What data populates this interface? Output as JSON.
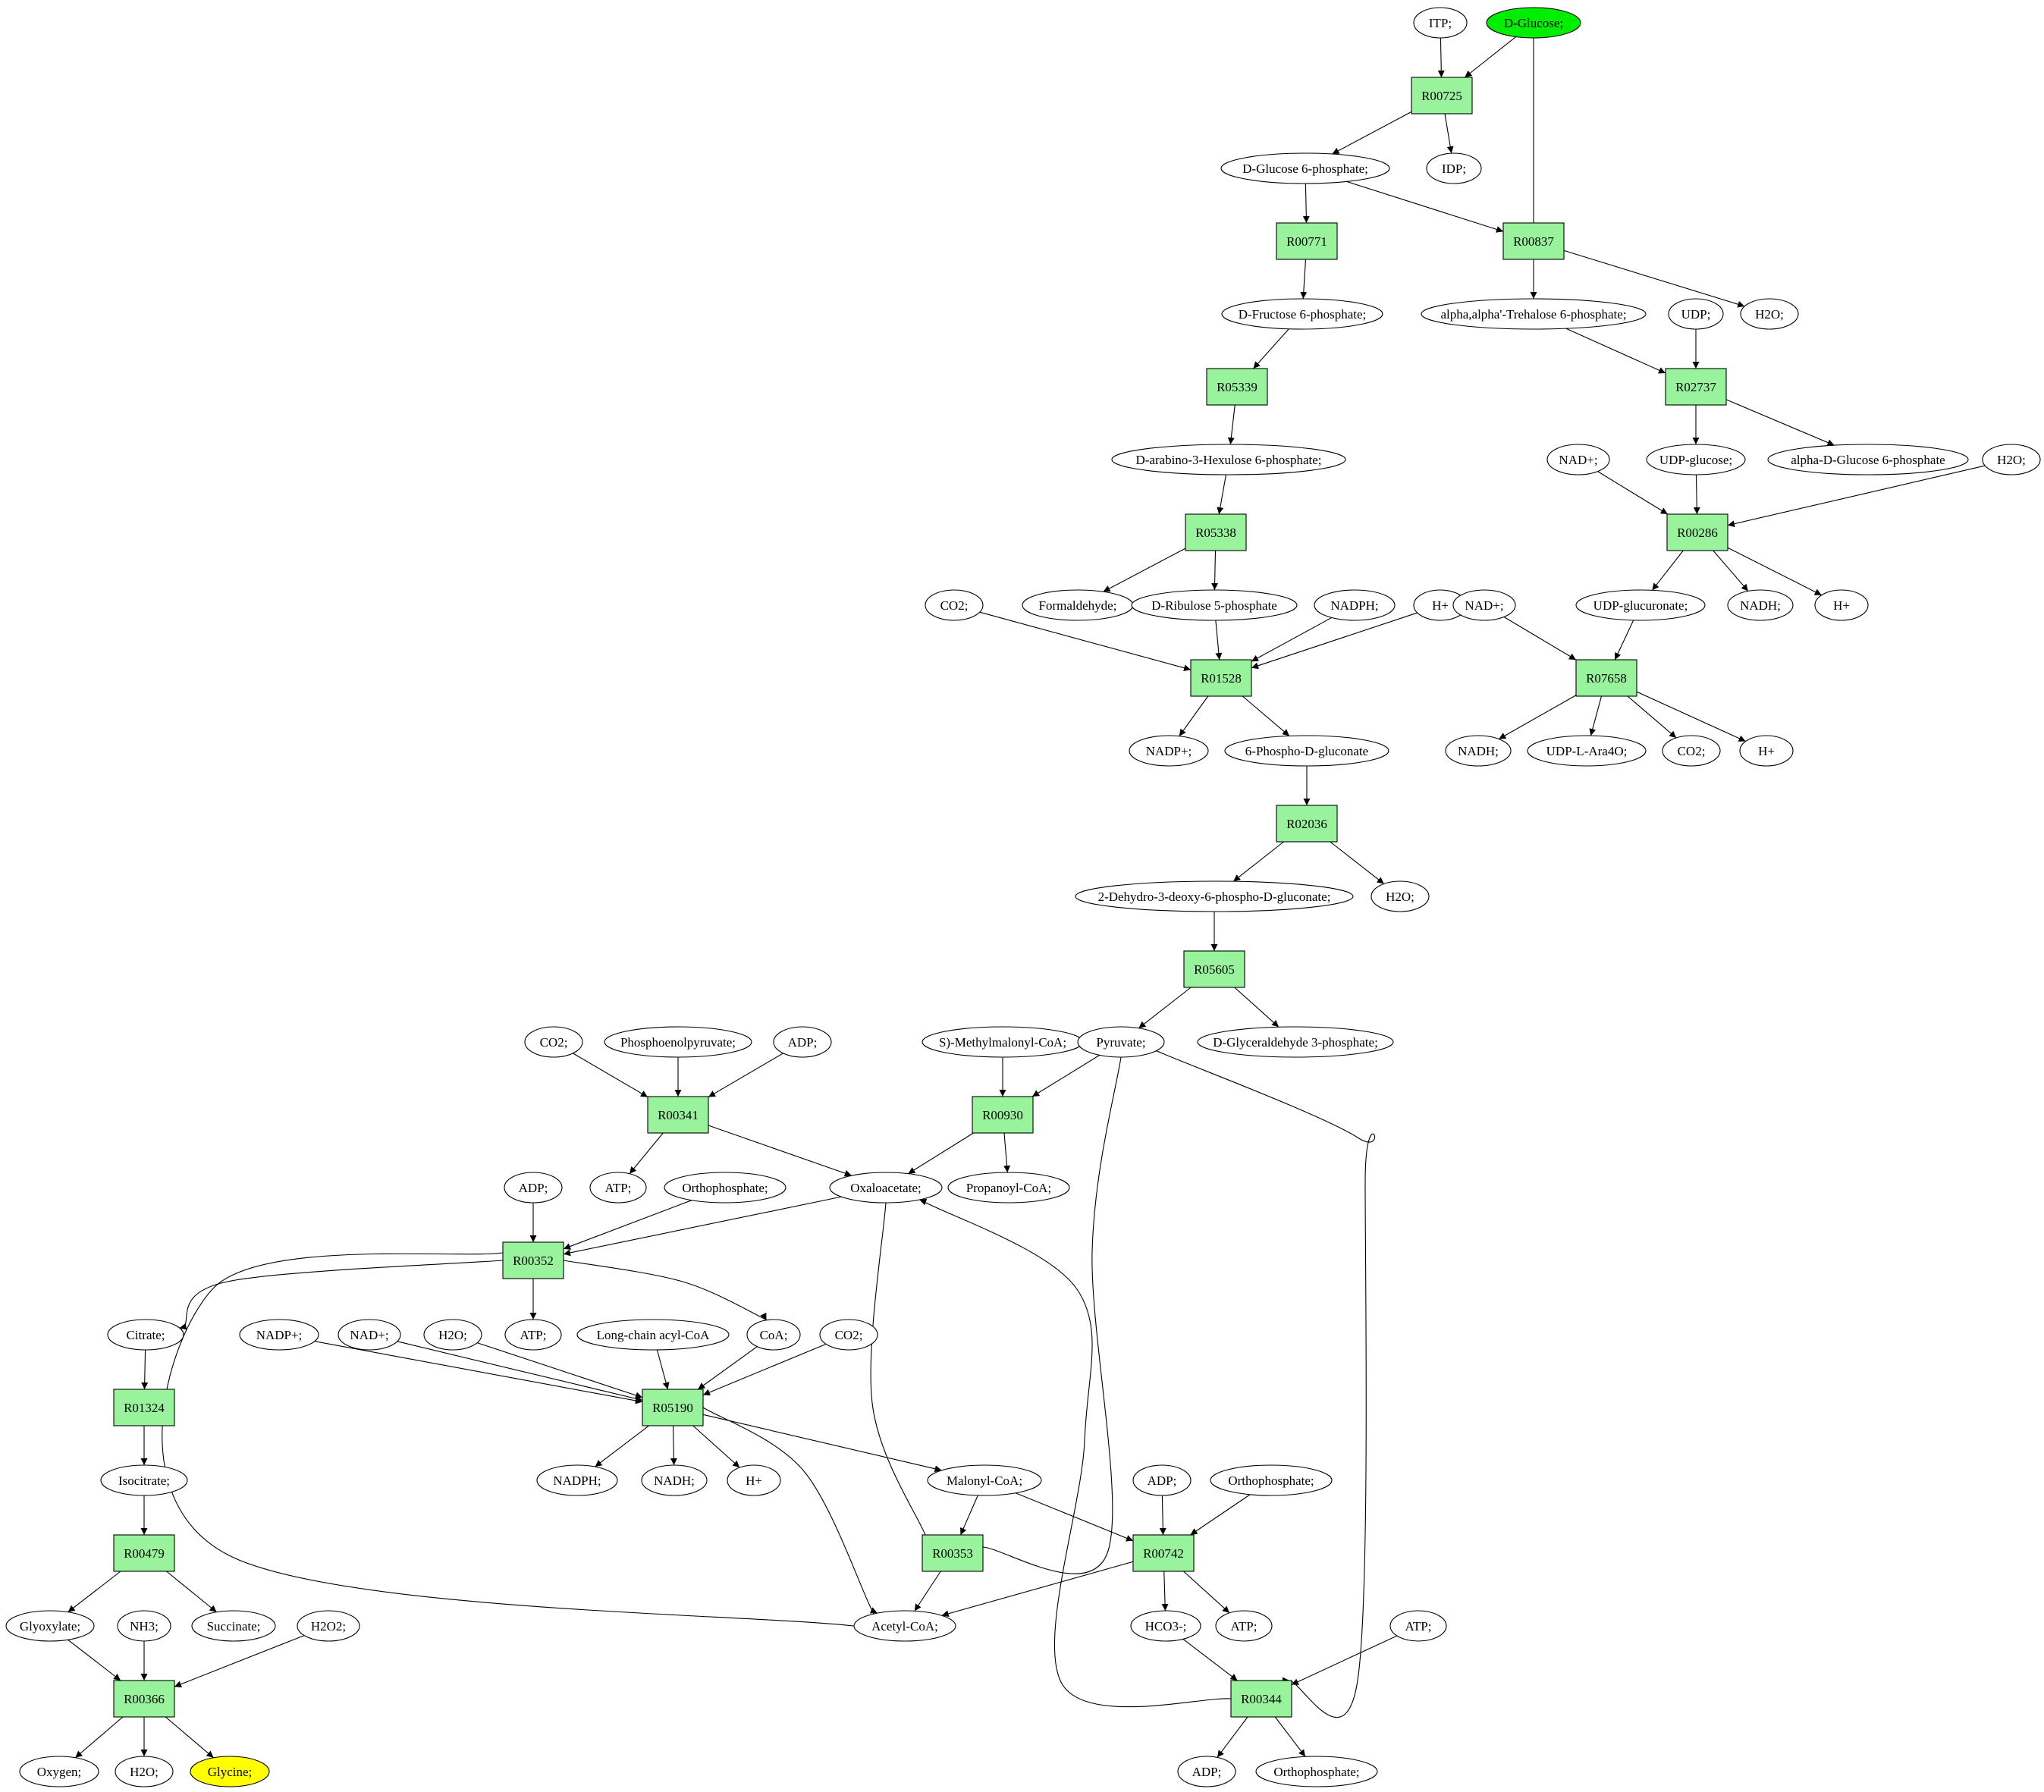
{
  "colors": {
    "reaction_fill": "#98f39c",
    "compound_fill": "#ffffff",
    "start_fill": "#00ee00",
    "target_fill": "#ffff00",
    "stroke": "#000000"
  },
  "reactions": [
    {
      "id": "r00725",
      "label": "R00725"
    },
    {
      "id": "r00837",
      "label": "R00837"
    },
    {
      "id": "r00771",
      "label": "R00771"
    },
    {
      "id": "r05339",
      "label": "R05339"
    },
    {
      "id": "r05338",
      "label": "R05338"
    },
    {
      "id": "r01528",
      "label": "R01528"
    },
    {
      "id": "r02036",
      "label": "R02036"
    },
    {
      "id": "r05605",
      "label": "R05605"
    },
    {
      "id": "r02737",
      "label": "R02737"
    },
    {
      "id": "r00286",
      "label": "R00286"
    },
    {
      "id": "r07658",
      "label": "R07658"
    },
    {
      "id": "r00341",
      "label": "R00341"
    },
    {
      "id": "r00930",
      "label": "R00930"
    },
    {
      "id": "r00352",
      "label": "R00352"
    },
    {
      "id": "r05190",
      "label": "R05190"
    },
    {
      "id": "r01324",
      "label": "R01324"
    },
    {
      "id": "r00479",
      "label": "R00479"
    },
    {
      "id": "r00366",
      "label": "R00366"
    },
    {
      "id": "r00353",
      "label": "R00353"
    },
    {
      "id": "r00742",
      "label": "R00742"
    },
    {
      "id": "r00344",
      "label": "R00344"
    }
  ],
  "compounds": [
    {
      "id": "itp",
      "label": "ITP;"
    },
    {
      "id": "dglucose",
      "label": "D-Glucose;",
      "role": "start"
    },
    {
      "id": "g6p",
      "label": "D-Glucose 6-phosphate;"
    },
    {
      "id": "idp",
      "label": "IDP;"
    },
    {
      "id": "f6p",
      "label": "D-Fructose 6-phosphate;"
    },
    {
      "id": "trehalose6p",
      "label": "alpha,alpha'-Trehalose 6-phosphate;"
    },
    {
      "id": "udp1",
      "label": "UDP;"
    },
    {
      "id": "h2o_1",
      "label": "H2O;"
    },
    {
      "id": "hexulose6p",
      "label": "D-arabino-3-Hexulose 6-phosphate;"
    },
    {
      "id": "nadp_plus_1",
      "label": "NAD+;"
    },
    {
      "id": "udpglucose",
      "label": "UDP-glucose;"
    },
    {
      "id": "adg6p",
      "label": "alpha-D-Glucose 6-phosphate"
    },
    {
      "id": "h2o_2",
      "label": "H2O;"
    },
    {
      "id": "co2_1",
      "label": "CO2;"
    },
    {
      "id": "formaldehyde",
      "label": "Formaldehyde;"
    },
    {
      "id": "ribulose5p",
      "label": "D-Ribulose 5-phosphate"
    },
    {
      "id": "nadph_1",
      "label": "NADPH;"
    },
    {
      "id": "hplus_1",
      "label": "H+"
    },
    {
      "id": "nad_plus_2",
      "label": "NAD+;"
    },
    {
      "id": "udpglucuronate",
      "label": "UDP-glucuronate;"
    },
    {
      "id": "nadh_1",
      "label": "NADH;"
    },
    {
      "id": "hplus_2",
      "label": "H+"
    },
    {
      "id": "nadpplus_1",
      "label": "NADP+;"
    },
    {
      "id": "phosphogluconate",
      "label": "6-Phospho-D-gluconate"
    },
    {
      "id": "nadh_2",
      "label": "NADH;"
    },
    {
      "id": "udpara4o",
      "label": "UDP-L-Ara4O;"
    },
    {
      "id": "co2_2",
      "label": "CO2;"
    },
    {
      "id": "hplus_3",
      "label": "H+"
    },
    {
      "id": "kdpg",
      "label": "2-Dehydro-3-deoxy-6-phospho-D-gluconate;"
    },
    {
      "id": "h2o_3",
      "label": "H2O;"
    },
    {
      "id": "co2_3",
      "label": "CO2;"
    },
    {
      "id": "pep",
      "label": "Phosphoenolpyruvate;"
    },
    {
      "id": "adp_1",
      "label": "ADP;"
    },
    {
      "id": "methylmalonyl",
      "label": "S)-Methylmalonyl-CoA;"
    },
    {
      "id": "pyruvate",
      "label": "Pyruvate;"
    },
    {
      "id": "gap",
      "label": "D-Glyceraldehyde 3-phosphate;"
    },
    {
      "id": "adp_2",
      "label": "ADP;"
    },
    {
      "id": "atp_1",
      "label": "ATP;"
    },
    {
      "id": "orthophosphate_1",
      "label": "Orthophosphate;"
    },
    {
      "id": "oxaloacetate",
      "label": "Oxaloacetate;"
    },
    {
      "id": "propanoyl",
      "label": "Propanoyl-CoA;"
    },
    {
      "id": "citrate",
      "label": "Citrate;"
    },
    {
      "id": "nadpplus_2",
      "label": "NADP+;"
    },
    {
      "id": "nad_plus_3",
      "label": "NAD+;"
    },
    {
      "id": "h2o_4",
      "label": "H2O;"
    },
    {
      "id": "atp_2",
      "label": "ATP;"
    },
    {
      "id": "longchain",
      "label": "Long-chain acyl-CoA"
    },
    {
      "id": "coa",
      "label": "CoA;"
    },
    {
      "id": "co2_4",
      "label": "CO2;"
    },
    {
      "id": "isocitrate",
      "label": "Isocitrate;"
    },
    {
      "id": "nadph_2",
      "label": "NADPH;"
    },
    {
      "id": "nadh_3",
      "label": "NADH;"
    },
    {
      "id": "hplus_4",
      "label": "H+"
    },
    {
      "id": "malonyl",
      "label": "Malonyl-CoA;"
    },
    {
      "id": "adp_3",
      "label": "ADP;"
    },
    {
      "id": "orthophosphate_2",
      "label": "Orthophosphate;"
    },
    {
      "id": "glyoxylate",
      "label": "Glyoxylate;"
    },
    {
      "id": "nh3",
      "label": "NH3;"
    },
    {
      "id": "succinate",
      "label": "Succinate;"
    },
    {
      "id": "h2o2",
      "label": "H2O2;"
    },
    {
      "id": "acetylcoa",
      "label": "Acetyl-CoA;"
    },
    {
      "id": "hco3",
      "label": "HCO3-;"
    },
    {
      "id": "atp_3",
      "label": "ATP;"
    },
    {
      "id": "atp_4",
      "label": "ATP;"
    },
    {
      "id": "oxygen",
      "label": "Oxygen;"
    },
    {
      "id": "h2o_5",
      "label": "H2O;"
    },
    {
      "id": "glycine",
      "label": "Glycine;",
      "role": "target"
    },
    {
      "id": "adp_4",
      "label": "ADP;"
    },
    {
      "id": "orthophosphate_3",
      "label": "Orthophosphate;"
    }
  ],
  "edges": [
    [
      "itp",
      "r00725"
    ],
    [
      "dglucose",
      "r00725"
    ],
    [
      "dglucose",
      "r00837"
    ],
    [
      "r00725",
      "g6p"
    ],
    [
      "r00725",
      "idp"
    ],
    [
      "g6p",
      "r00771"
    ],
    [
      "g6p",
      "r00837"
    ],
    [
      "r00771",
      "f6p"
    ],
    [
      "r00837",
      "trehalose6p"
    ],
    [
      "r00837",
      "h2o_1"
    ],
    [
      "f6p",
      "r05339"
    ],
    [
      "trehalose6p",
      "r02737"
    ],
    [
      "udp1",
      "r02737"
    ],
    [
      "r05339",
      "hexulose6p"
    ],
    [
      "r02737",
      "udpglucose"
    ],
    [
      "r02737",
      "adg6p"
    ],
    [
      "hexulose6p",
      "r05338"
    ],
    [
      "nadp_plus_1",
      "r00286"
    ],
    [
      "udpglucose",
      "r00286"
    ],
    [
      "h2o_2",
      "r00286"
    ],
    [
      "r05338",
      "formaldehyde"
    ],
    [
      "r05338",
      "ribulose5p"
    ],
    [
      "r00286",
      "udpglucuronate"
    ],
    [
      "r00286",
      "nadh_1"
    ],
    [
      "r00286",
      "hplus_2"
    ],
    [
      "co2_1",
      "r01528"
    ],
    [
      "ribulose5p",
      "r01528"
    ],
    [
      "nadph_1",
      "r01528"
    ],
    [
      "hplus_1",
      "r01528"
    ],
    [
      "nad_plus_2",
      "r07658"
    ],
    [
      "udpglucuronate",
      "r07658"
    ],
    [
      "r01528",
      "nadpplus_1"
    ],
    [
      "r01528",
      "phosphogluconate"
    ],
    [
      "r07658",
      "nadh_2"
    ],
    [
      "r07658",
      "udpara4o"
    ],
    [
      "r07658",
      "co2_2"
    ],
    [
      "r07658",
      "hplus_3"
    ],
    [
      "phosphogluconate",
      "r02036"
    ],
    [
      "r02036",
      "kdpg"
    ],
    [
      "r02036",
      "h2o_3"
    ],
    [
      "kdpg",
      "r05605"
    ],
    [
      "r05605",
      "pyruvate"
    ],
    [
      "r05605",
      "gap"
    ],
    [
      "co2_3",
      "r00341"
    ],
    [
      "pep",
      "r00341"
    ],
    [
      "adp_1",
      "r00341"
    ],
    [
      "methylmalonyl",
      "r00930"
    ],
    [
      "pyruvate",
      "r00930"
    ],
    [
      "r00341",
      "atp_1"
    ],
    [
      "r00341",
      "oxaloacetate"
    ],
    [
      "r00930",
      "oxaloacetate"
    ],
    [
      "r00930",
      "propanoyl"
    ],
    [
      "adp_2",
      "r00352"
    ],
    [
      "orthophosphate_1",
      "r00352"
    ],
    [
      "oxaloacetate",
      "r00352"
    ],
    [
      "r00352",
      "citrate"
    ],
    [
      "r00352",
      "atp_2"
    ],
    [
      "r00352",
      "coa"
    ],
    [
      "nadpplus_2",
      "r05190"
    ],
    [
      "nad_plus_3",
      "r05190"
    ],
    [
      "h2o_4",
      "r05190"
    ],
    [
      "longchain",
      "r05190"
    ],
    [
      "coa",
      "r05190"
    ],
    [
      "co2_4",
      "r05190"
    ],
    [
      "citrate",
      "r01324"
    ],
    [
      "r01324",
      "isocitrate"
    ],
    [
      "r05190",
      "nadph_2"
    ],
    [
      "r05190",
      "nadh_3"
    ],
    [
      "r05190",
      "hplus_4"
    ],
    [
      "r05190",
      "malonyl"
    ],
    [
      "r05190",
      "acetylcoa"
    ],
    [
      "isocitrate",
      "r00479"
    ],
    [
      "malonyl",
      "r00353"
    ],
    [
      "pyruvate",
      "r00353"
    ],
    [
      "malonyl",
      "r00742"
    ],
    [
      "adp_3",
      "r00742"
    ],
    [
      "orthophosphate_2",
      "r00742"
    ],
    [
      "r00479",
      "glyoxylate"
    ],
    [
      "r00479",
      "succinate"
    ],
    [
      "r00353",
      "acetylcoa"
    ],
    [
      "r00353",
      "oxaloacetate"
    ],
    [
      "r00742",
      "acetylcoa"
    ],
    [
      "r00742",
      "hco3"
    ],
    [
      "r00742",
      "atp_3"
    ],
    [
      "acetylcoa",
      "r00352"
    ],
    [
      "glyoxylate",
      "r00366"
    ],
    [
      "nh3",
      "r00366"
    ],
    [
      "h2o2",
      "r00366"
    ],
    [
      "hco3",
      "r00344"
    ],
    [
      "atp_4",
      "r00344"
    ],
    [
      "pyruvate",
      "r00344"
    ],
    [
      "r00366",
      "oxygen"
    ],
    [
      "r00366",
      "h2o_5"
    ],
    [
      "r00366",
      "glycine"
    ],
    [
      "r00344",
      "adp_4"
    ],
    [
      "r00344",
      "orthophosphate_3"
    ],
    [
      "r00344",
      "oxaloacetate"
    ]
  ]
}
